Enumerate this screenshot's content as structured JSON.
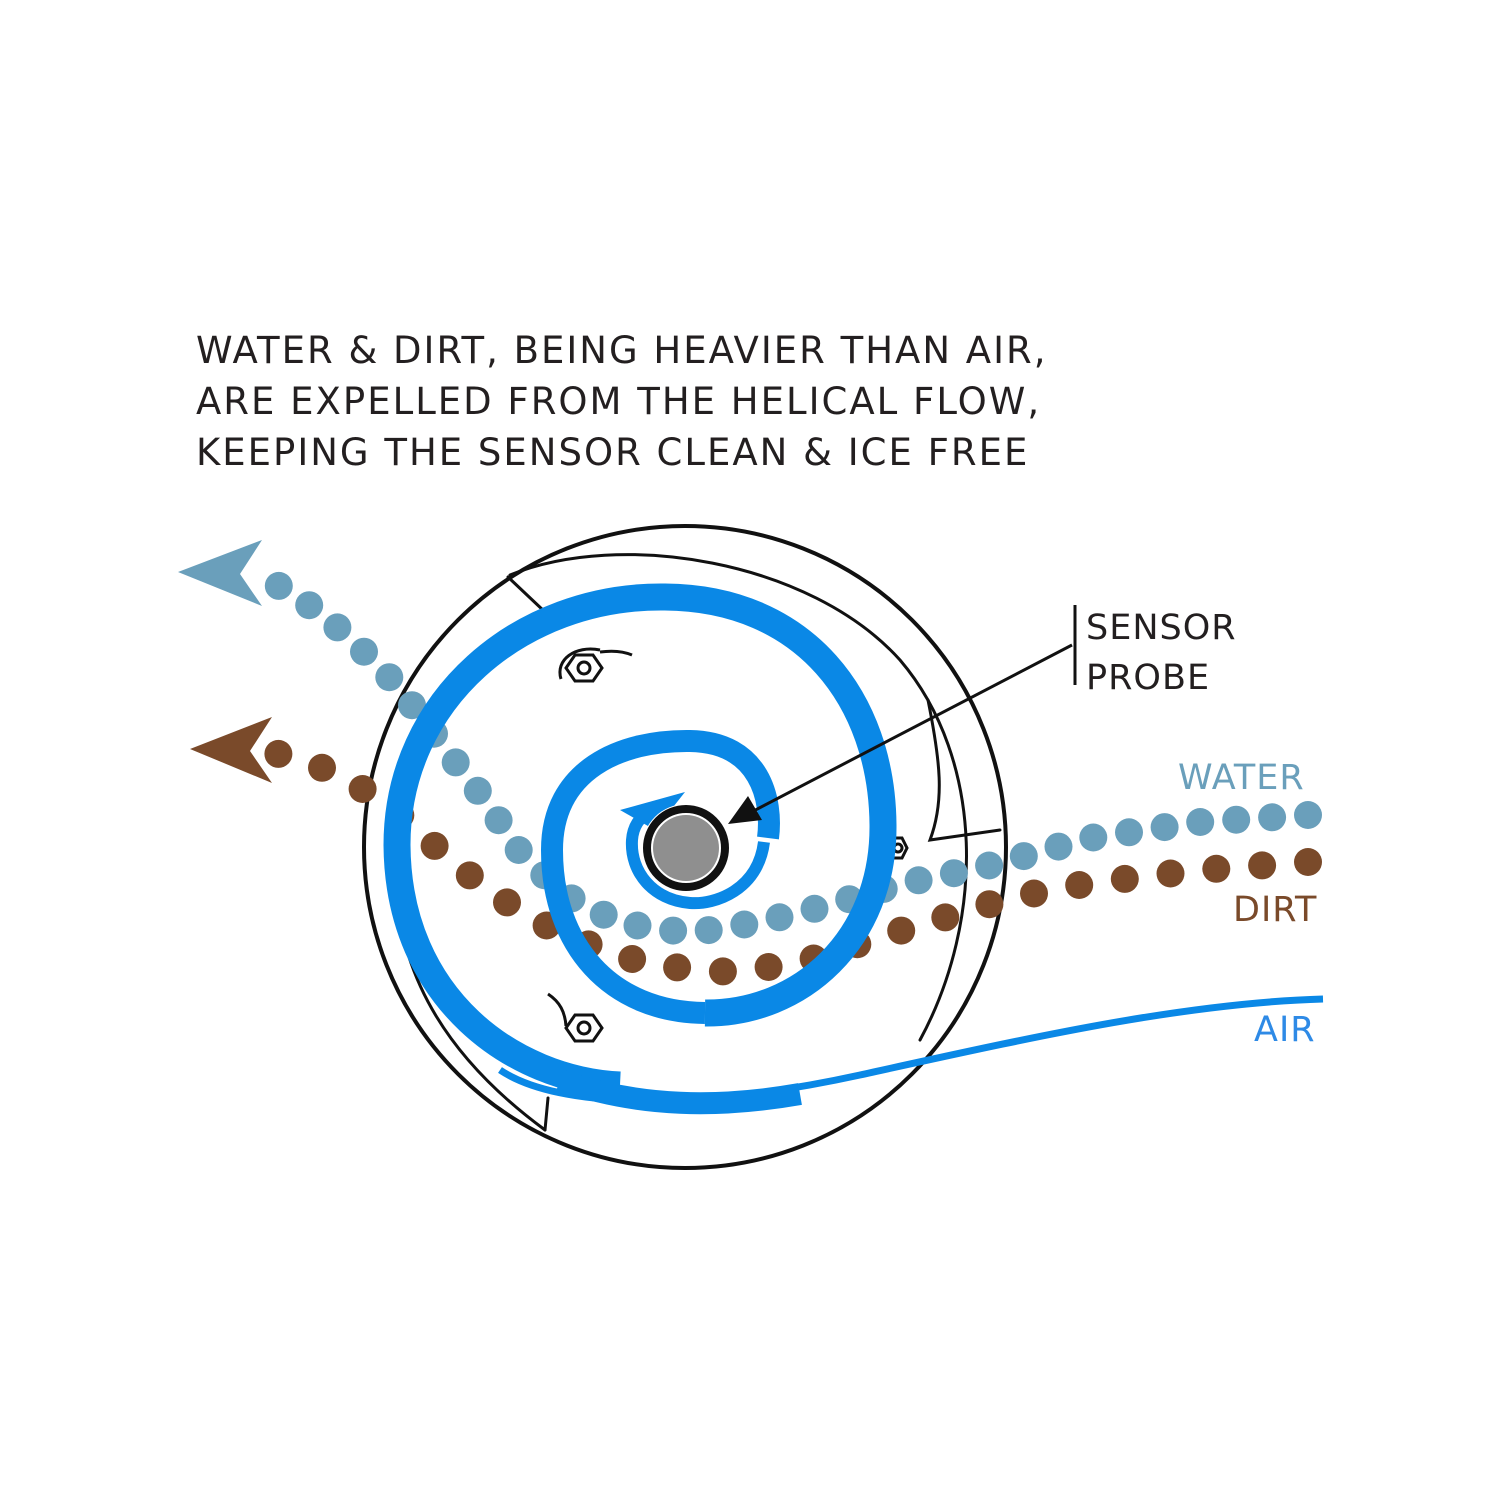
{
  "headline": {
    "line1": "WATER & DIRT, BEING HEAVIER THAN AIR,",
    "line2": "ARE EXPELLED FROM THE HELICAL FLOW,",
    "line3": "KEEPING THE SENSOR CLEAN & ICE FREE"
  },
  "labels": {
    "sensor_line1": "SENSOR",
    "sensor_line2": "PROBE",
    "water": "WATER",
    "dirt": "DIRT",
    "air": "AIR"
  },
  "colors": {
    "water": "#6a9fbb",
    "dirt": "#7a4a2a",
    "air": "#0a88e6",
    "outline": "#111111",
    "probe": "#8f8f8f"
  }
}
